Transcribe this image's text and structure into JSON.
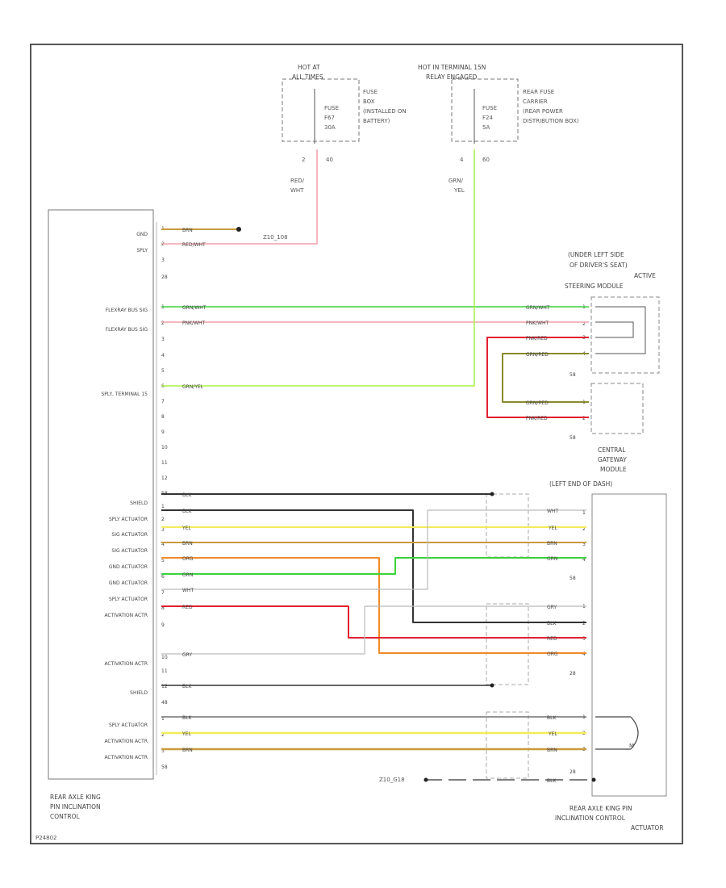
{
  "top_connectors": {
    "left": {
      "caption_l1": "HOT AT",
      "caption_l2": "ALL TIMES",
      "note_l1": "FUSE",
      "note_l2": "BOX",
      "note_l3": "(INSTALLED ON",
      "note_l4": "BATTERY)",
      "fuse_l1": "FUSE",
      "fuse_l2": "F67",
      "fuse_l3": "30A",
      "pin_a": "2",
      "pin_b": "40",
      "wire_l1": "RED/",
      "wire_l2": "WHT"
    },
    "right": {
      "caption_l1": "HOT IN TERMINAL 15N",
      "caption_l2": "RELAY ENGAGED",
      "note_l1": "REAR FUSE",
      "note_l2": "CARRIER",
      "note_l3": "(REAR POWER",
      "note_l4": "DISTRIBUTION BOX)",
      "fuse_l1": "FUSE",
      "fuse_l2": "F24",
      "fuse_l3": "5A",
      "pin_a": "4",
      "pin_b": "60",
      "wire_l1": "GRN/",
      "wire_l2": "YEL"
    }
  },
  "left_module": {
    "name_l1": "REAR AXLE KING",
    "name_l2": "PIN INCLINATION",
    "name_l3": "CONTROL",
    "pin_labels": [
      "GND",
      "SPLY",
      "FLEXRAY BUS SIG",
      "FLEXRAY BUS SIG",
      "SPLY, TERMINAL 15",
      "SHIELD",
      "SPLY ACTUATOR",
      "SIG ACTUATOR",
      "SIG ACTUATOR",
      "GND ACTUATOR",
      "GND ACTUATOR",
      "SPLY ACTUATOR",
      "ACTIVATION ACTR",
      "ACTIVATION ACTR",
      "SHIELD",
      "SPLY ACTUATOR",
      "ACTIVATION ACTR",
      "ACTIVATION ACTR"
    ],
    "wire_labels": [
      "BRN",
      "RED/WHT",
      "GRN/WHT",
      "PNK/WHT",
      "GRN/YEL",
      "BLK",
      "BLK",
      "YEL",
      "BRN",
      "ORG",
      "GRN",
      "WHT",
      "RED",
      "GRY",
      "BLK",
      "BLK",
      "YEL",
      "BRN"
    ],
    "pins": [
      "1",
      "2",
      "3",
      "28",
      "1",
      "2",
      "3",
      "4",
      "5",
      "6",
      "7",
      "8",
      "9",
      "10",
      "11",
      "12",
      "58",
      "1",
      "2",
      "3",
      "4",
      "5",
      "6",
      "7",
      "8",
      "9",
      "10",
      "11",
      "12",
      "48",
      "1",
      "2",
      "3",
      "58"
    ]
  },
  "steering_module": {
    "caption_l1": "(UNDER LEFT SIDE",
    "caption_l2": "OF DRIVER'S SEAT)",
    "caption_l3": "ACTIVE",
    "caption_l4": "STEERING MODULE",
    "wire_labels": [
      "GRN/WHT",
      "PNK/WHT",
      "PNK/RED",
      "GRN/RED",
      "GRN/RED",
      "PNK/RED"
    ],
    "pins": [
      "1",
      "2",
      "3",
      "4",
      "58",
      "1",
      "2",
      "58"
    ]
  },
  "gateway": {
    "caption_l1": "CENTRAL",
    "caption_l2": "GATEWAY",
    "caption_l3": "MODULE",
    "caption_l4": "(LEFT END OF DASH)",
    "wire_labels": [
      "WHT",
      "YEL",
      "BRN",
      "GRN",
      "GRY",
      "BLK",
      "RED",
      "ORG",
      "BLK",
      "YEL",
      "BRN",
      "BLK"
    ],
    "pins": [
      "1",
      "2",
      "3",
      "4",
      "58",
      "1",
      "2",
      "3",
      "4",
      "28",
      "1",
      "2",
      "3",
      "28"
    ]
  },
  "ground_refs": {
    "g1": "Z10_108",
    "g2": "Z10_G18"
  },
  "actuator": {
    "name_l1": "REAR AXLE KING PIN",
    "name_l2": "INCLINATION CONTROL",
    "name_l3": "ACTUATOR",
    "motor": "M"
  },
  "figure_id": "P24802",
  "colors": {
    "BRN": "#c89a3c",
    "RED": "#e2202e",
    "PNK": "#f2a0a8",
    "GRN": "#3bd33b",
    "GRN_YEL": "#a8f046",
    "BLK": "#333333",
    "YEL": "#f2ec5a",
    "ORG": "#f08a2a",
    "GRY": "#a8a8a8",
    "WHT": "#bbbbbb",
    "OLIVE": "#8a8a2a",
    "LINE": "#444444"
  }
}
